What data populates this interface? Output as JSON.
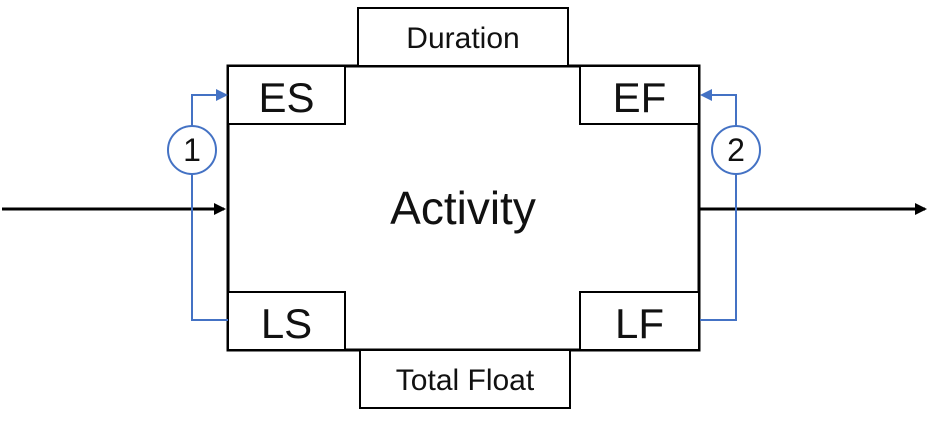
{
  "diagram": {
    "center_label": "Activity",
    "top_box": "Duration",
    "bottom_box": "Total Float",
    "corners": {
      "es": "ES",
      "ef": "EF",
      "ls": "LS",
      "lf": "LF"
    },
    "markers": {
      "left": "1",
      "right": "2"
    },
    "colors": {
      "outline": "#000000",
      "connector": "#4472C4"
    }
  }
}
